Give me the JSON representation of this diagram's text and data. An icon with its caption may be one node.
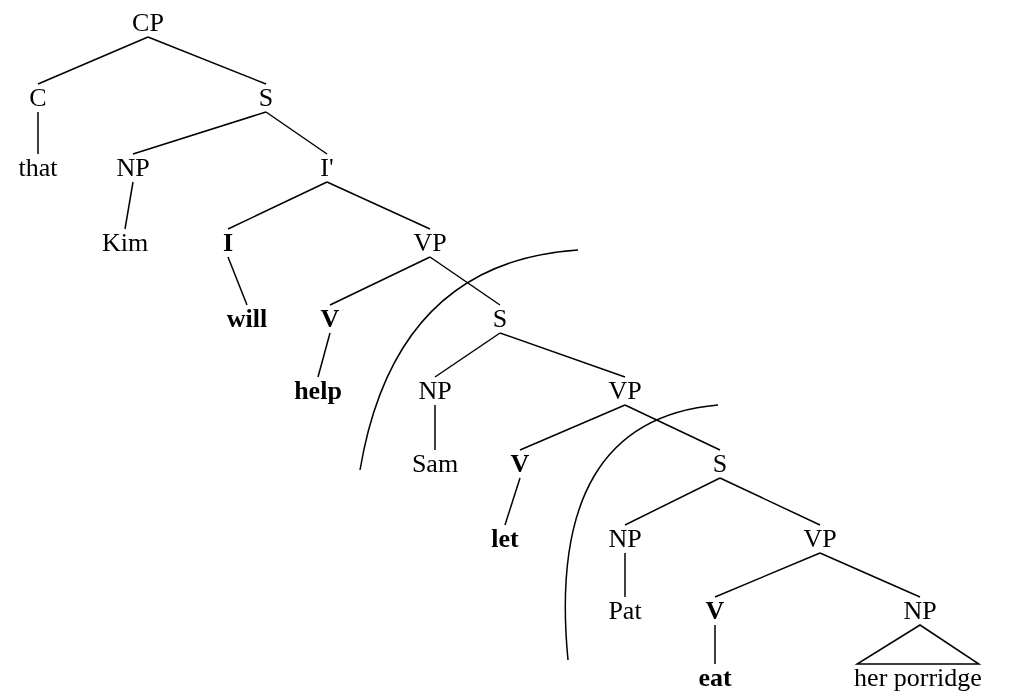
{
  "diagram": {
    "nodes": [
      {
        "text": [
          "CP"
        ]
      },
      {
        "text": [
          "C"
        ]
      },
      {
        "text": [
          "S"
        ]
      },
      {
        "text": [
          "that"
        ]
      },
      {
        "text": [
          "NP"
        ]
      },
      {
        "text": [
          "I'"
        ]
      },
      {
        "text": [
          "Kim"
        ]
      },
      {
        "text": [
          "I"
        ]
      },
      {
        "text": [
          "VP"
        ]
      },
      {
        "text": [
          "will"
        ]
      },
      {
        "text": [
          "V"
        ]
      },
      {
        "text": [
          "S"
        ]
      },
      {
        "text": [
          "help"
        ]
      },
      {
        "text": [
          "NP"
        ]
      },
      {
        "text": [
          "VP"
        ]
      },
      {
        "text": [
          "Sam"
        ]
      },
      {
        "text": [
          "V"
        ]
      },
      {
        "text": [
          "S"
        ]
      },
      {
        "text": [
          "let"
        ]
      },
      {
        "text": [
          "NP"
        ]
      },
      {
        "text": [
          "VP"
        ]
      },
      {
        "text": [
          "Pat"
        ]
      },
      {
        "text": [
          "V"
        ]
      },
      {
        "text": [
          "NP"
        ]
      },
      {
        "text": [
          "eat"
        ]
      },
      {
        "text": [
          "her porridge"
        ]
      }
    ],
    "edges": [
      {
        "from": 0,
        "to": 1,
        "arrow": "none"
      },
      {
        "from": 0,
        "to": 2,
        "arrow": "none"
      },
      {
        "from": 1,
        "to": 3,
        "arrow": "none"
      },
      {
        "from": 2,
        "to": 4,
        "arrow": "none"
      },
      {
        "from": 2,
        "to": 5,
        "arrow": "none"
      },
      {
        "from": 4,
        "to": 6,
        "arrow": "none"
      },
      {
        "from": 5,
        "to": 7,
        "arrow": "none"
      },
      {
        "from": 5,
        "to": 8,
        "arrow": "none"
      },
      {
        "from": 7,
        "to": 9,
        "arrow": "none"
      },
      {
        "from": 8,
        "to": 10,
        "arrow": "none"
      },
      {
        "from": 8,
        "to": 11,
        "arrow": "none"
      },
      {
        "from": 10,
        "to": 12,
        "arrow": "none"
      },
      {
        "from": 11,
        "to": 13,
        "arrow": "none"
      },
      {
        "from": 11,
        "to": 14,
        "arrow": "none"
      },
      {
        "from": 13,
        "to": 15,
        "arrow": "none"
      },
      {
        "from": 14,
        "to": 16,
        "arrow": "none"
      },
      {
        "from": 14,
        "to": 17,
        "arrow": "none"
      },
      {
        "from": 16,
        "to": 18,
        "arrow": "none"
      },
      {
        "from": 17,
        "to": 19,
        "arrow": "none"
      },
      {
        "from": 17,
        "to": 20,
        "arrow": "none"
      },
      {
        "from": 19,
        "to": 21,
        "arrow": "none"
      },
      {
        "from": 20,
        "to": 22,
        "arrow": "none"
      },
      {
        "from": 20,
        "to": 23,
        "arrow": "none"
      },
      {
        "from": 22,
        "to": 24,
        "arrow": "none"
      },
      {
        "from": 23,
        "to": 25,
        "arrow": "none"
      }
    ]
  }
}
